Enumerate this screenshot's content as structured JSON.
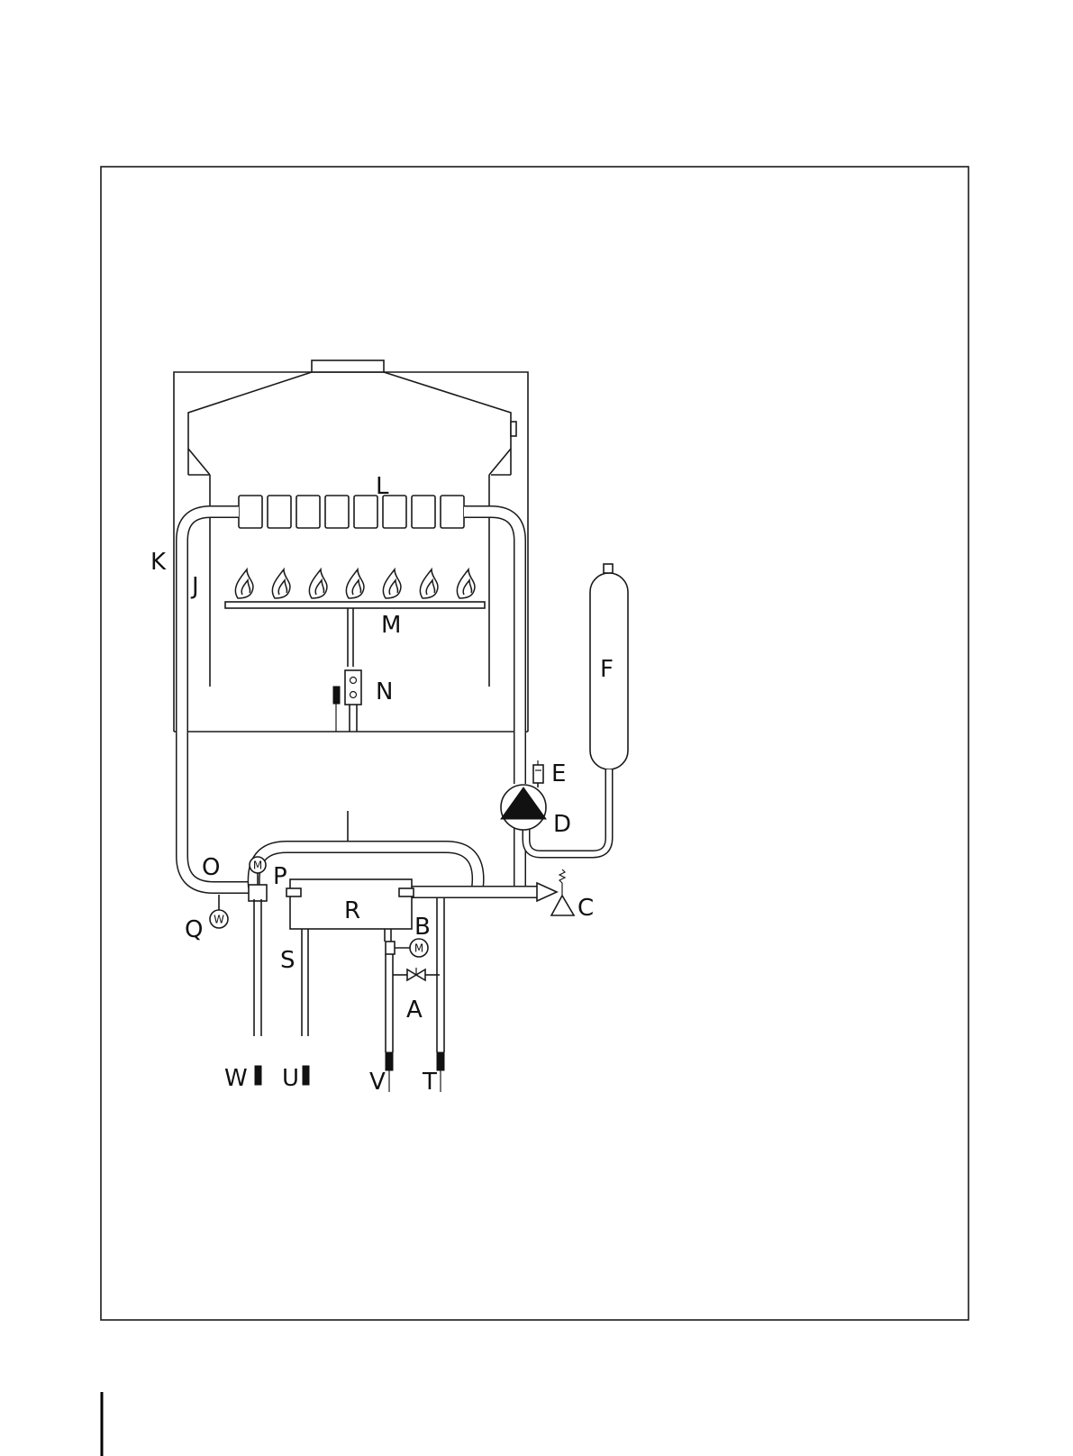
{
  "diagram": {
    "labels": {
      "A": "A",
      "B": "B",
      "C": "C",
      "D": "D",
      "E": "E",
      "F": "F",
      "J": "J",
      "K": "K",
      "L": "L",
      "M": "M",
      "N": "N",
      "O": "O",
      "P": "P",
      "Q": "Q",
      "R": "R",
      "S": "S",
      "T": "T",
      "U": "U",
      "V": "V",
      "W": "W"
    },
    "motor_symbol": "M",
    "sensor_symbol": "W"
  }
}
